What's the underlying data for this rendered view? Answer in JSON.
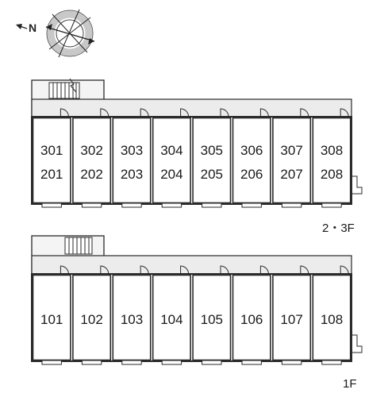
{
  "compass": {
    "north_label": "N",
    "icon": "compass-icon"
  },
  "upper_floors": {
    "label": "2・3F",
    "upper_numbers": [
      "301",
      "302",
      "303",
      "304",
      "305",
      "306",
      "307",
      "308"
    ],
    "lower_numbers": [
      "201",
      "202",
      "203",
      "204",
      "205",
      "206",
      "207",
      "208"
    ]
  },
  "ground_floor": {
    "label": "1F",
    "numbers": [
      "101",
      "102",
      "103",
      "104",
      "105",
      "106",
      "107",
      "108"
    ]
  },
  "colors": {
    "line": "#2a2a2a",
    "corridor": "#ececec",
    "staircase": "#f4f4f4",
    "compass_ring": "#c8c8c8"
  }
}
